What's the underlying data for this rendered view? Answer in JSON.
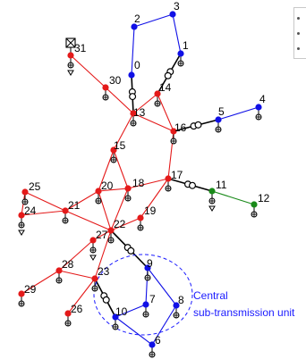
{
  "colors": {
    "red": "#e41a1a",
    "blue": "#1010e6",
    "green": "#1a8a1a",
    "black": "#000000",
    "annotation": "#1a1aff"
  },
  "annotation": {
    "line1": "Central",
    "line2": "sub-transmission unit"
  },
  "nodes": [
    {
      "id": "0",
      "label": "0",
      "color": "blue"
    },
    {
      "id": "1",
      "label": "1",
      "color": "blue"
    },
    {
      "id": "2",
      "label": "2",
      "color": "blue"
    },
    {
      "id": "3",
      "label": "3",
      "color": "blue"
    },
    {
      "id": "4",
      "label": "4",
      "color": "blue"
    },
    {
      "id": "5",
      "label": "5",
      "color": "blue"
    },
    {
      "id": "6",
      "label": "6",
      "color": "blue"
    },
    {
      "id": "7",
      "label": "7",
      "color": "blue"
    },
    {
      "id": "8",
      "label": "8",
      "color": "blue"
    },
    {
      "id": "9",
      "label": "9",
      "color": "blue"
    },
    {
      "id": "10",
      "label": "10",
      "color": "blue"
    },
    {
      "id": "11",
      "label": "11",
      "color": "green"
    },
    {
      "id": "12",
      "label": "12",
      "color": "green"
    },
    {
      "id": "13",
      "label": "13",
      "color": "red"
    },
    {
      "id": "14",
      "label": "14",
      "color": "red"
    },
    {
      "id": "15",
      "label": "15",
      "color": "red"
    },
    {
      "id": "16",
      "label": "16",
      "color": "red"
    },
    {
      "id": "17",
      "label": "17",
      "color": "red"
    },
    {
      "id": "18",
      "label": "18",
      "color": "red"
    },
    {
      "id": "19",
      "label": "19",
      "color": "red"
    },
    {
      "id": "20",
      "label": "20",
      "color": "red"
    },
    {
      "id": "21",
      "label": "21",
      "color": "red"
    },
    {
      "id": "22",
      "label": "22",
      "color": "red"
    },
    {
      "id": "23",
      "label": "23",
      "color": "red"
    },
    {
      "id": "24",
      "label": "24",
      "color": "red"
    },
    {
      "id": "25",
      "label": "25",
      "color": "red"
    },
    {
      "id": "26",
      "label": "26",
      "color": "red"
    },
    {
      "id": "27",
      "label": "27",
      "color": "red"
    },
    {
      "id": "28",
      "label": "28",
      "color": "red"
    },
    {
      "id": "29",
      "label": "29",
      "color": "red"
    },
    {
      "id": "30",
      "label": "30",
      "color": "red"
    },
    {
      "id": "31",
      "label": "31",
      "color": "red"
    }
  ],
  "edges": [
    {
      "from": "0",
      "to": "2",
      "color": "blue"
    },
    {
      "from": "2",
      "to": "3",
      "color": "blue"
    },
    {
      "from": "3",
      "to": "1",
      "color": "blue"
    },
    {
      "from": "1",
      "to": "14",
      "color": "black",
      "transformer": true
    },
    {
      "from": "0",
      "to": "13",
      "color": "black",
      "transformer": true
    },
    {
      "from": "30",
      "to": "31",
      "color": "red"
    },
    {
      "from": "30",
      "to": "13",
      "color": "red"
    },
    {
      "from": "14",
      "to": "13",
      "color": "red"
    },
    {
      "from": "14",
      "to": "16",
      "color": "red"
    },
    {
      "from": "13",
      "to": "16",
      "color": "red"
    },
    {
      "from": "13",
      "to": "15",
      "color": "red"
    },
    {
      "from": "16",
      "to": "5",
      "color": "black",
      "transformer": true
    },
    {
      "from": "5",
      "to": "4",
      "color": "blue"
    },
    {
      "from": "16",
      "to": "17",
      "color": "red"
    },
    {
      "from": "15",
      "to": "20",
      "color": "red"
    },
    {
      "from": "15",
      "to": "18",
      "color": "red"
    },
    {
      "from": "20",
      "to": "18",
      "color": "red"
    },
    {
      "from": "18",
      "to": "17",
      "color": "red"
    },
    {
      "from": "17",
      "to": "11",
      "color": "black",
      "transformer": true
    },
    {
      "from": "11",
      "to": "12",
      "color": "green"
    },
    {
      "from": "17",
      "to": "19",
      "color": "red"
    },
    {
      "from": "19",
      "to": "22",
      "color": "red"
    },
    {
      "from": "18",
      "to": "22",
      "color": "red"
    },
    {
      "from": "20",
      "to": "21",
      "color": "red"
    },
    {
      "from": "20",
      "to": "22",
      "color": "red"
    },
    {
      "from": "21",
      "to": "25",
      "color": "red"
    },
    {
      "from": "21",
      "to": "24",
      "color": "red"
    },
    {
      "from": "25",
      "to": "24",
      "color": "red"
    },
    {
      "from": "21",
      "to": "22",
      "color": "red"
    },
    {
      "from": "22",
      "to": "27",
      "color": "red"
    },
    {
      "from": "27",
      "to": "28",
      "color": "red"
    },
    {
      "from": "22",
      "to": "23",
      "color": "red"
    },
    {
      "from": "28",
      "to": "23",
      "color": "red"
    },
    {
      "from": "28",
      "to": "29",
      "color": "red"
    },
    {
      "from": "23",
      "to": "26",
      "color": "red"
    },
    {
      "from": "22",
      "to": "9",
      "color": "black",
      "transformer": true
    },
    {
      "from": "23",
      "to": "10",
      "color": "black",
      "transformer": true
    },
    {
      "from": "9",
      "to": "7",
      "color": "blue"
    },
    {
      "from": "9",
      "to": "8",
      "color": "blue"
    },
    {
      "from": "7",
      "to": "10",
      "color": "blue"
    },
    {
      "from": "10",
      "to": "6",
      "color": "blue"
    },
    {
      "from": "8",
      "to": "6",
      "color": "blue"
    }
  ],
  "generators_on": [
    "31"
  ],
  "loads_on": [
    "31",
    "30",
    "13",
    "14",
    "1",
    "16",
    "5",
    "4",
    "15",
    "17",
    "11",
    "12",
    "18",
    "20",
    "19",
    "21",
    "22",
    "25",
    "24",
    "27",
    "28",
    "29",
    "26",
    "23",
    "9",
    "7",
    "10",
    "8",
    "6"
  ]
}
